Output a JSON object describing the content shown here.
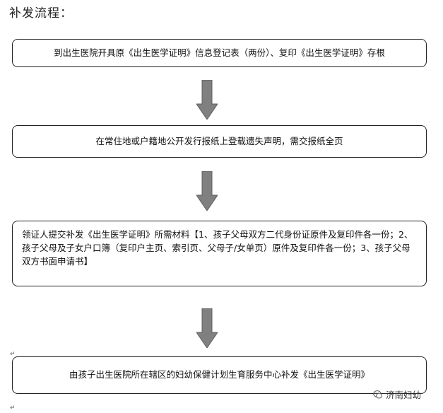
{
  "heading": "补发流程：",
  "steps": [
    "到出生医院开具原《出生医学证明》信息登记表（两份）、复印《出生医学证明》存根",
    "在常住地或户籍地公开发行报纸上登载遗失声明，需交报纸全页",
    "领证人提交补发《出生医学证明》所需材料【1、孩子父母双方二代身份证原件及复印件各一份；2、孩子父母及子女户口簿（复印户主页、索引页、父母子/女单页）原件及复印件各一份；3、孩子父母双方书面申请书】",
    "由孩子出生医院所在辖区的妇幼保健计划生育服务中心补发《出生医学证明》"
  ],
  "watermark": "济南妇幼",
  "colors": {
    "arrow": "#808080",
    "arrow_stroke": "#5f5f5f",
    "border": "#222222"
  },
  "icons": [
    "arrow-down-icon",
    "wechat-icon"
  ]
}
